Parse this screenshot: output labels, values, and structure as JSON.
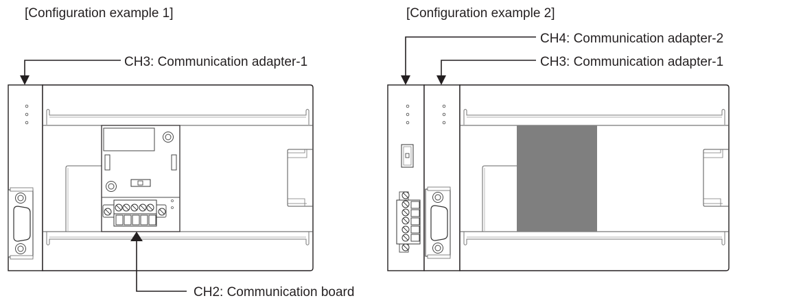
{
  "figure": {
    "example1": {
      "title": "[Configuration example 1]",
      "callouts": [
        {
          "id": "ch3",
          "label": "CH3: Communication adapter-1"
        },
        {
          "id": "ch2",
          "label": "CH2: Communication board"
        }
      ]
    },
    "example2": {
      "title": "[Configuration example 2]",
      "callouts": [
        {
          "id": "ch4",
          "label": "CH4: Communication adapter-2"
        },
        {
          "id": "ch3",
          "label": "CH3: Communication adapter-1"
        }
      ],
      "board_fill": "#7f7f7f"
    },
    "colors": {
      "line": "#231f20",
      "thin_line": "#8a8a8a",
      "board_fill": "#7f7f7f"
    }
  }
}
